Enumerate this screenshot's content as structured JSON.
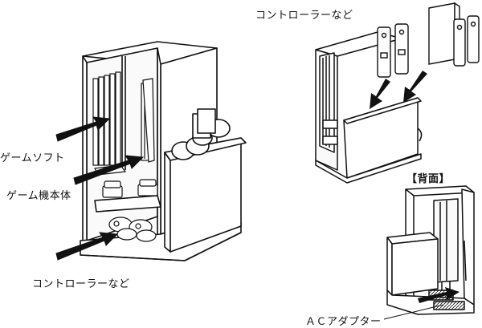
{
  "labels": {
    "game_soft": "ゲームソフト",
    "game_console": "ゲーム機本体",
    "controller_left": "コントローラーなど",
    "controller_top": "コントローラーなど",
    "back_view": "【背面】",
    "ac_adapter": "ＡＣアダプター"
  },
  "colors": {
    "line": "#111111",
    "fill": "#ffffff",
    "shade": "#333333"
  }
}
